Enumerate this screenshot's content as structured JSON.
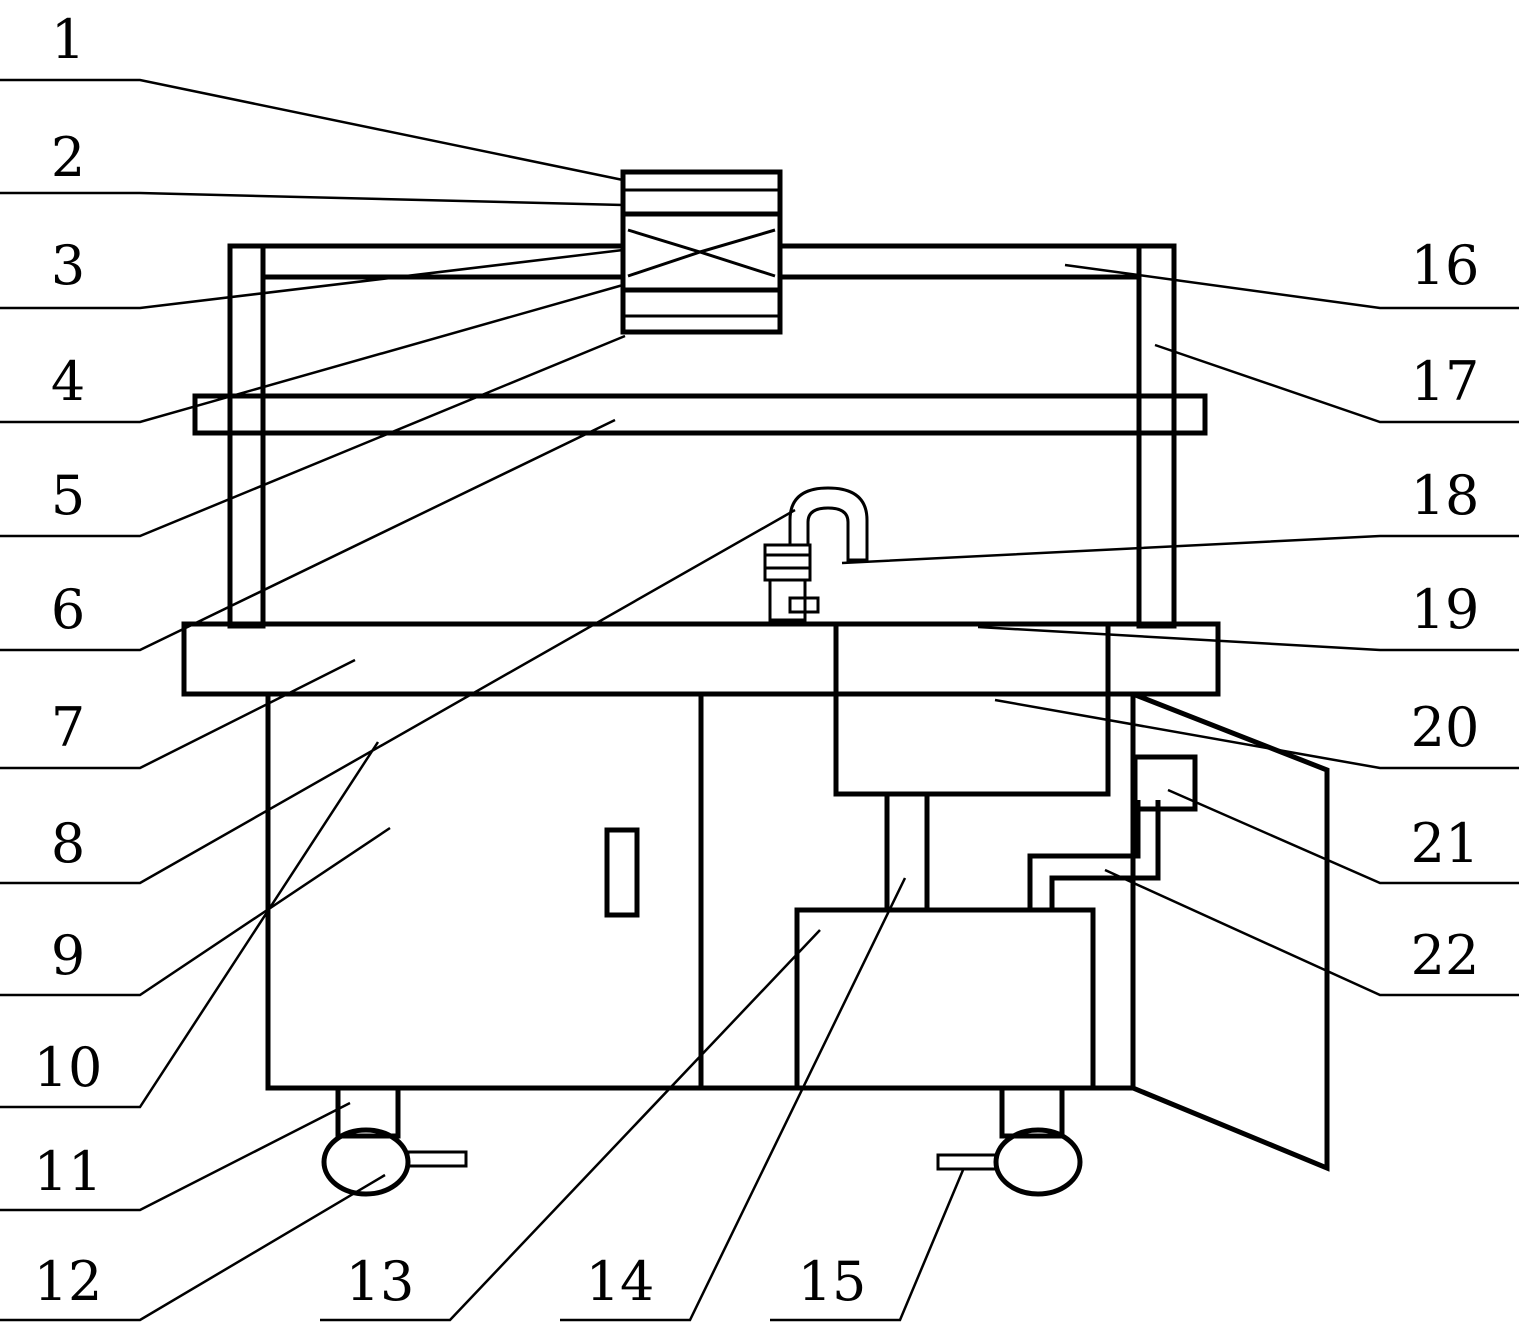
{
  "labels": {
    "l1": "1",
    "l2": "2",
    "l3": "3",
    "l4": "4",
    "l5": "5",
    "l6": "6",
    "l7": "7",
    "l8": "8",
    "l9": "9",
    "l10": "10",
    "l11": "11",
    "l12": "12",
    "l13": "13",
    "l14": "14",
    "l15": "15",
    "l16": "16",
    "l17": "17",
    "l18": "18",
    "l19": "19",
    "l20": "20",
    "l21": "21",
    "l22": "22"
  },
  "colors": {
    "line": "#000000",
    "background": "#ffffff"
  }
}
